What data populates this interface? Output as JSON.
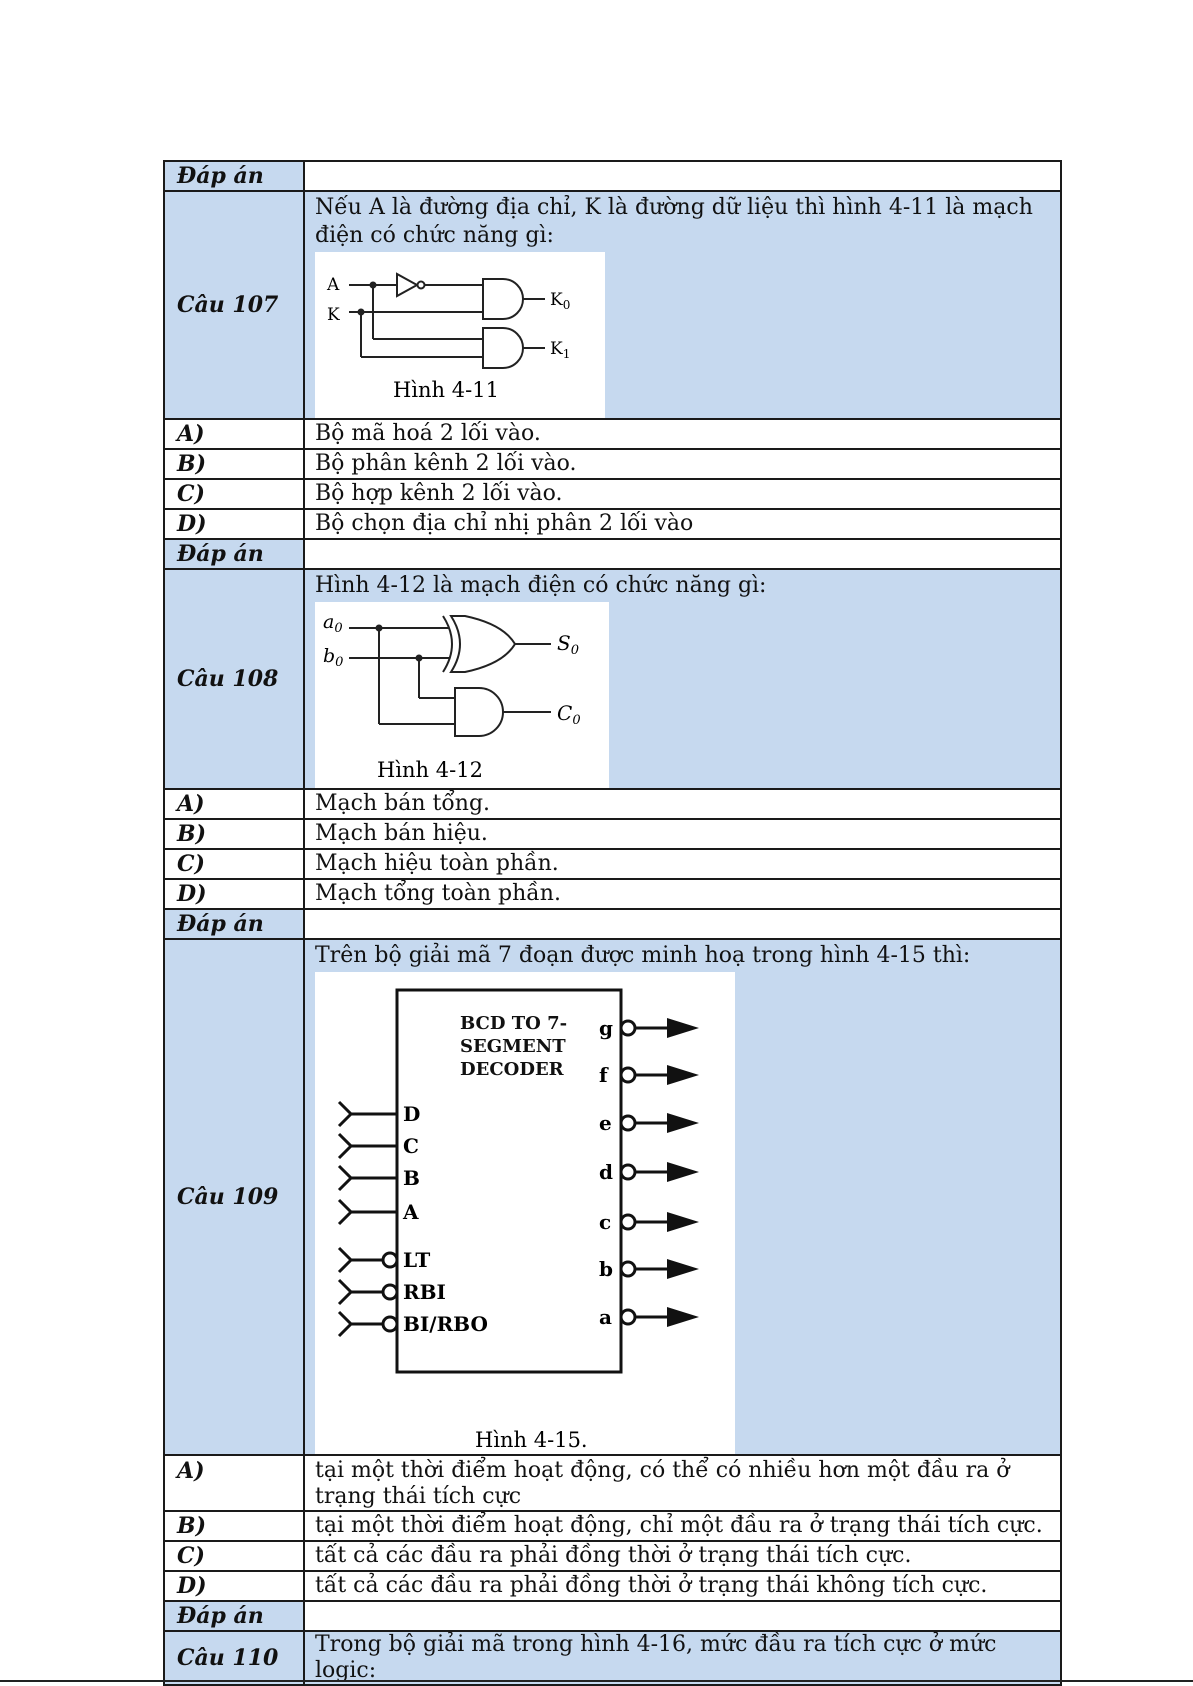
{
  "label_answer": "Đáp án",
  "q107": {
    "label": "Câu 107",
    "text": "Nếu A là đường địa chỉ, K là đường dữ liệu thì hình 4-11 là mạch điện có chức năng gì:",
    "figure": {
      "caption": "Hình 4-11",
      "inputs": [
        "A",
        "K"
      ],
      "outputs": [
        "K",
        "K"
      ],
      "output_subs": [
        "0",
        "1"
      ]
    },
    "options": [
      {
        "key": "A)",
        "text": "Bộ mã hoá 2 lối vào."
      },
      {
        "key": "B)",
        "text": "Bộ phân kênh 2 lối vào."
      },
      {
        "key": "C)",
        "text": "Bộ hợp kênh 2 lối vào."
      },
      {
        "key": "D)",
        "text": "Bộ chọn địa chỉ nhị phân 2 lối vào"
      }
    ]
  },
  "q108": {
    "label": "Câu 108",
    "text": "Hình 4-12 là mạch điện có chức năng gì:",
    "figure": {
      "caption": "Hình 4-12",
      "inputs": [
        "a",
        "b"
      ],
      "input_subs": [
        "0",
        "0"
      ],
      "outputs": [
        "S",
        "C"
      ],
      "output_subs": [
        "0",
        "0"
      ]
    },
    "options": [
      {
        "key": "A)",
        "text": "Mạch bán tổng."
      },
      {
        "key": "B)",
        "text": "Mạch bán hiệu."
      },
      {
        "key": "C)",
        "text": "Mạch hiệu toàn phần."
      },
      {
        "key": "D)",
        "text": "Mạch tổng toàn phần."
      }
    ]
  },
  "q109": {
    "label": "Câu 109",
    "text": "Trên bộ giải mã 7 đoạn được minh hoạ trong hình 4-15 thì:",
    "figure": {
      "caption": "Hình 4-15.",
      "title_lines": [
        "BCD TO 7-",
        "SEGMENT",
        "DECODER"
      ],
      "inputs": [
        "D",
        "C",
        "B",
        "A",
        "LT",
        "RBI",
        "BI/RBO"
      ],
      "outputs": [
        "g",
        "f",
        "e",
        "d",
        "c",
        "b",
        "a"
      ]
    },
    "options": [
      {
        "key": "A)",
        "text": "tại một thời điểm hoạt động, có thể có nhiều hơn một đầu ra  ở trạng thái tích cực"
      },
      {
        "key": "B)",
        "text": "tại một thời điểm hoạt động, chỉ một đầu ra ở trạng thái tích  cực."
      },
      {
        "key": "C)",
        "text": "tất cả các đầu ra phải đồng thời ở trạng thái tích cực."
      },
      {
        "key": "D)",
        "text": "tất cả các đầu ra phải đồng thời ở trạng thái không tích cực."
      }
    ]
  },
  "q110": {
    "label": "Câu 110",
    "text": "Trong bộ giải mã trong hình 4-16, mức đầu ra tích cực ở mức logic:"
  }
}
